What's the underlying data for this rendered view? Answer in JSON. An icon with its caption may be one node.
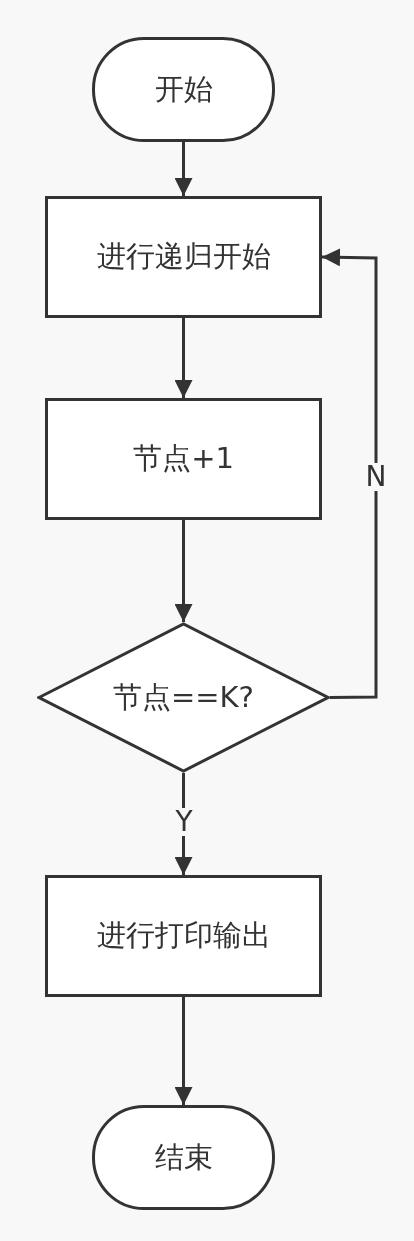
{
  "diagram": {
    "nodes": [
      {
        "text": [
          "开始"
        ]
      },
      {
        "text": [
          "进行递归开始"
        ]
      },
      {
        "text": [
          "节点+1"
        ]
      },
      {
        "text": [
          "节点==K?"
        ]
      },
      {
        "text": [
          "进行打印输出"
        ]
      },
      {
        "text": [
          "结束"
        ]
      }
    ],
    "edges": [
      {
        "from": 0,
        "to": 1,
        "arrow": "to"
      },
      {
        "from": 1,
        "to": 2,
        "arrow": "to"
      },
      {
        "from": 2,
        "to": 3,
        "arrow": "to"
      },
      {
        "from": 3,
        "to": 4,
        "arrow": "to",
        "label": "Y"
      },
      {
        "from": 3,
        "to": 1,
        "arrow": "to",
        "label": "N"
      },
      {
        "from": 4,
        "to": 5,
        "arrow": "to"
      }
    ]
  }
}
